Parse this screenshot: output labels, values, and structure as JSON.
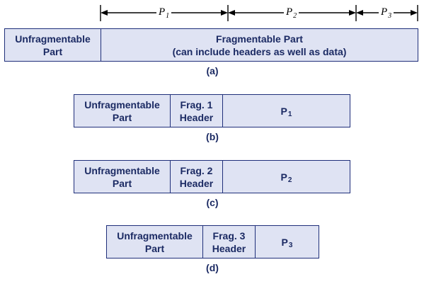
{
  "arrows": {
    "p1": {
      "main": "P",
      "sub": "1"
    },
    "p2": {
      "main": "P",
      "sub": "2"
    },
    "p3": {
      "main": "P",
      "sub": "3"
    }
  },
  "a": {
    "unfrag": "Unfragmentable\nPart",
    "frag": "Fragmentable Part\n(can include headers as well as data)",
    "caption": "(a)"
  },
  "b": {
    "unfrag": "Unfragmentable\nPart",
    "header": "Frag. 1\nHeader",
    "payload": {
      "main": "P",
      "sub": "1"
    },
    "caption": "(b)"
  },
  "c": {
    "unfrag": "Unfragmentable\nPart",
    "header": "Frag. 2\nHeader",
    "payload": {
      "main": "P",
      "sub": "2"
    },
    "caption": "(c)"
  },
  "d": {
    "unfrag": "Unfragmentable\nPart",
    "header": "Frag. 3\nHeader",
    "payload": {
      "main": "P",
      "sub": "3"
    },
    "caption": "(d)"
  },
  "colors": {
    "box_fill": "#dfe3f3",
    "box_border": "#1f2f7a",
    "text": "#1b2a63"
  }
}
